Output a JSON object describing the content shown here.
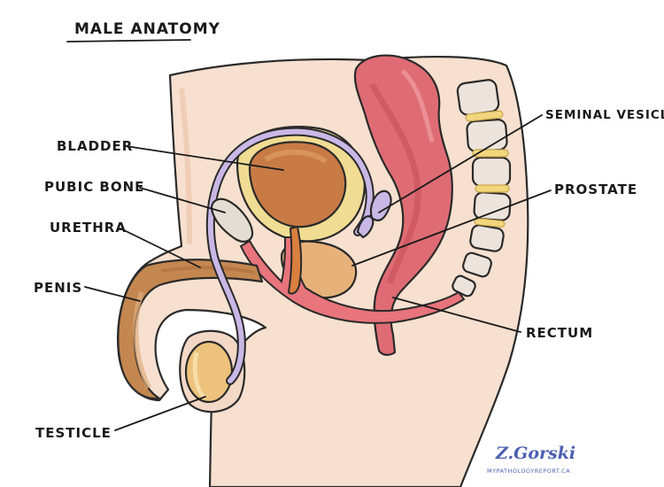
{
  "title": "MALE ANATOMY",
  "labels": {
    "bladder": "BLADDER",
    "pubic_bone": "PUBIC BONE",
    "urethra": "URETHRA",
    "penis": "PENIS",
    "testicle": "TESTICLE",
    "seminal_vesicle": "SEMINAL VESICLE",
    "prostate": "PROSTATE",
    "rectum": "RECTUM"
  },
  "signature": {
    "name": "Z.Gorski",
    "url": "MYPATHOLOGYREPORT.CA"
  },
  "colors": {
    "skin": "#f7e0cf",
    "skin_outline": "#2a2a2a",
    "bladder_wall": "#f1dc93",
    "bladder_inner": "#c87b45",
    "prostate": "#e7b27a",
    "rectum": "#df6c74",
    "urethra": "#e8747c",
    "vas_deferens": "#c9b8e6",
    "penis": "#c48750",
    "testicle": "#ecc27c",
    "vertebra": "#ece4dc",
    "disc": "#f2d67e",
    "pubic_bone": "#e3ddd4",
    "ink": "#1a1a1a"
  }
}
